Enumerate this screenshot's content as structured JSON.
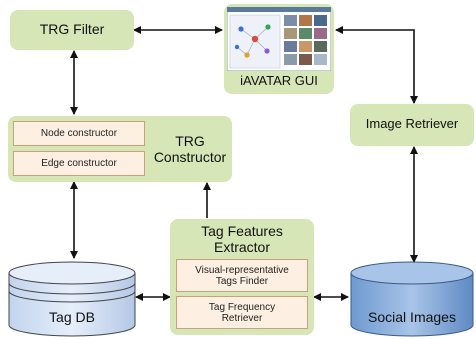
{
  "trg_filter": {
    "label": "TRG Filter"
  },
  "gui": {
    "label": "iAVATAR GUI"
  },
  "image_retriever": {
    "label": "Image Retriever"
  },
  "trg_constructor": {
    "label_line1": "TRG",
    "label_line2": "Constructor",
    "node_constructor": "Node constructor",
    "edge_constructor": "Edge constructor"
  },
  "tag_features_extractor": {
    "label_line1": "Tag Features",
    "label_line2": "Extractor",
    "visual_finder_line1": "Visual-representative",
    "visual_finder_line2": "Tags Finder",
    "tag_frequency_line1": "Tag Frequency",
    "tag_frequency_line2": "Retriever"
  },
  "tag_db": {
    "label": "Tag DB"
  },
  "social_images": {
    "label": "Social Images"
  }
}
